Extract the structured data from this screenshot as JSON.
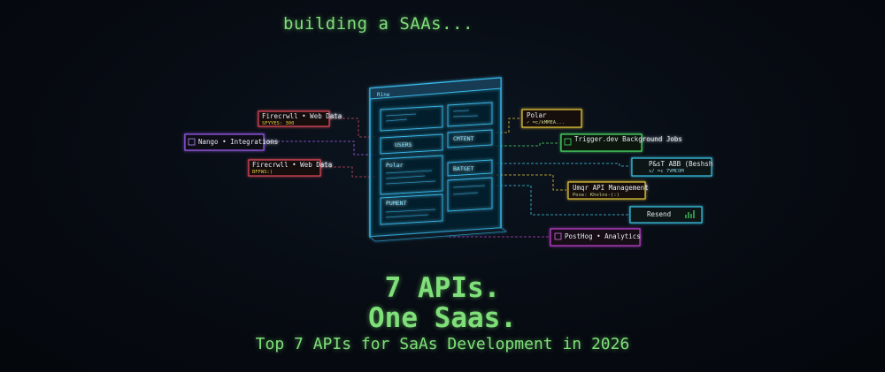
{
  "caption": "building a SAAs...",
  "headline": {
    "line1": "7 APIs.",
    "line2": "One Saas."
  },
  "subtitle": "Top 7 APIs for SaAs Development in 2026",
  "window": {
    "title": "Rine",
    "sections": [
      "USERS",
      "CMTENT",
      "Polar",
      "BATGET",
      "PUMENT"
    ]
  },
  "services": [
    {
      "name": "Firecrwll • Web Data",
      "sub": "SFYYES: 300",
      "color": "#e04a5a"
    },
    {
      "name": "Nango • Integrations",
      "sub": "",
      "color": "#9b5cf0"
    },
    {
      "name": "Firecrwll • Web Data",
      "sub": "BFFWS:)",
      "color": "#e04a5a"
    },
    {
      "name": "Polar",
      "sub": "✓ =c/kMMEA...",
      "color": "#e6c83a"
    },
    {
      "name": "Trigger.dev Background Jobs",
      "sub": "",
      "color": "#4be06a"
    },
    {
      "name": "P&sT ABB (Beshsh",
      "sub": "s/ =c 7VMCOM",
      "color": "#3ac8e8"
    },
    {
      "name": "Umqr API Management",
      "sub": "Pose: Kholns-(:)",
      "color": "#e6c83a"
    },
    {
      "name": "Resend",
      "sub": "",
      "color": "#3ac8e8"
    },
    {
      "name": "PostHog • Analytics",
      "sub": "",
      "color": "#c040d0"
    }
  ],
  "colors": {
    "accent_green": "#7fe07a",
    "window_cyan": "#3ab8e8",
    "background": "#070b12"
  }
}
